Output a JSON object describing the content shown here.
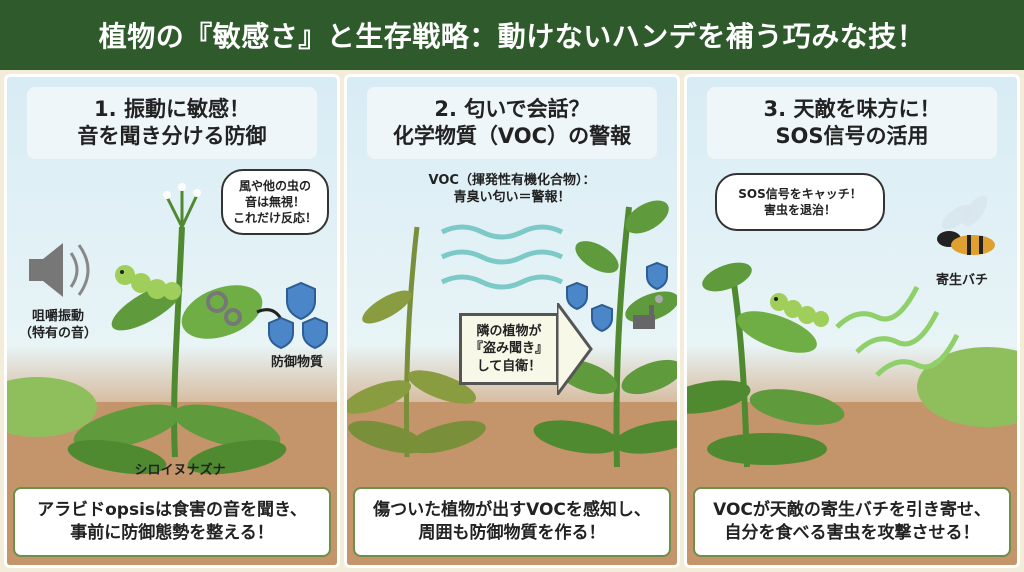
{
  "header": {
    "title": "植物の『敏感さ』と生存戦略：動けないハンデを補う巧みな技！"
  },
  "panels": [
    {
      "title_line1": "1. 振動に敏感！",
      "title_line2": "音を聞き分ける防御",
      "bubble_lines": [
        "風や他の虫の",
        "音は無視！",
        "これだけ反応！"
      ],
      "sound_label_line1": "咀嚼振動",
      "sound_label_line2": "（特有の音）",
      "defense_label": "防御物質",
      "plant_label": "シロイヌナズナ",
      "caption_line1": "アラビドopsisは食害の音を聞き、",
      "caption_line2": "事前に防御態勢を整える！"
    },
    {
      "title_line1": "2. 匂いで会話？",
      "title_line2": "化学物質（VOC）の警報",
      "voc_line1": "VOC（揮発性有機化合物）：",
      "voc_line2": "青臭い匂い＝警報！",
      "arrow_line1": "隣の植物が",
      "arrow_line2": "『盗み聞き』",
      "arrow_line3": "して自衛！",
      "caption_line1": "傷ついた植物が出すVOCを感知し、",
      "caption_line2": "周囲も防御物質を作る！"
    },
    {
      "title_line1": "3. 天敵を味方に！",
      "title_line2": "SOS信号の活用",
      "bubble_lines": [
        "SOS信号をキャッチ！",
        "害虫を退治！"
      ],
      "wasp_label": "寄生バチ",
      "caption_line1": "VOCが天敵の寄生バチを引き寄せ、",
      "caption_line2": "自分を食べる害虫を攻撃させる！"
    }
  ],
  "colors": {
    "header_bg": "#2f5a2c",
    "leaf": "#5f9a3c",
    "leaf_dark": "#3f7428",
    "shield": "#4a86c8",
    "caption_border": "#6c8f4a",
    "voc_wave": "#6cc3c0"
  },
  "icons": [
    "speaker-icon",
    "gear-icon",
    "shield-icon",
    "caterpillar-icon",
    "wave-icon",
    "factory-icon",
    "wasp-icon",
    "arrow-icon",
    "flower-icon"
  ]
}
